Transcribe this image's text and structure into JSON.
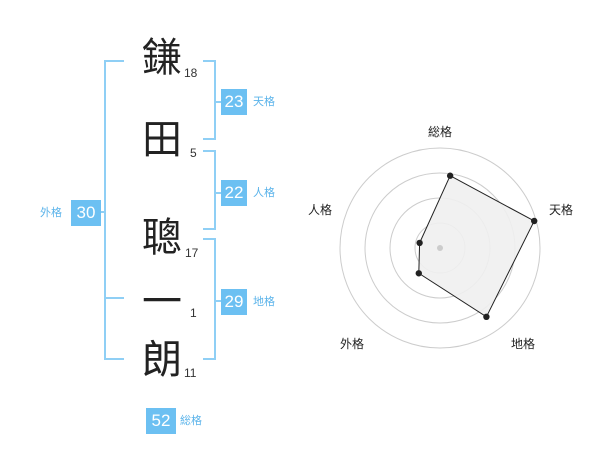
{
  "name": {
    "chars": [
      {
        "char": "鎌",
        "strokes": "18"
      },
      {
        "char": "田",
        "strokes": "5"
      },
      {
        "char": "聰",
        "strokes": "17"
      },
      {
        "char": "一",
        "strokes": "1"
      },
      {
        "char": "朗",
        "strokes": "11"
      }
    ]
  },
  "scores": {
    "tenkaku": {
      "value": "23",
      "label": "天格"
    },
    "jinkaku": {
      "value": "22",
      "label": "人格"
    },
    "chikaku": {
      "value": "29",
      "label": "地格"
    },
    "gaikaku": {
      "value": "30",
      "label": "外格"
    },
    "soukaku": {
      "value": "52",
      "label": "総格"
    }
  },
  "chart_data": {
    "type": "radar",
    "axes": [
      "総格",
      "天格",
      "地格",
      "外格",
      "人格"
    ],
    "values": [
      0.73,
      0.98,
      0.83,
      0.33,
      0.21
    ],
    "grid_rings": 4,
    "colors": {
      "fill": "#efefef",
      "line": "#222222",
      "grid": "#cccccc",
      "center": "#cccccc"
    }
  }
}
